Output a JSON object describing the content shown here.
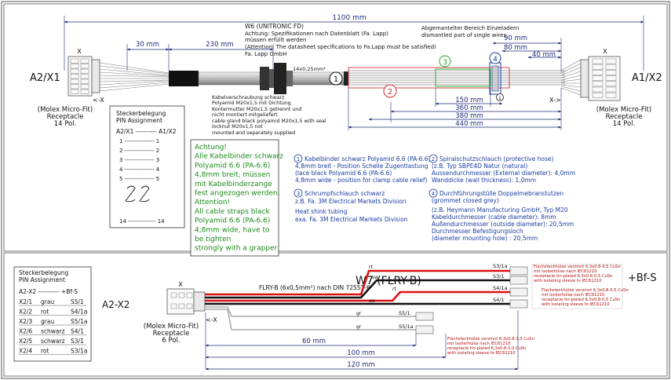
{
  "top": {
    "dim_1100": "1100 mm",
    "dim_30": "30 mm",
    "dim_230": "230 mm",
    "dim_90": "90 mm",
    "dim_80": "80 mm",
    "dim_40": "40 mm",
    "dim_150": "150 mm",
    "dim_360": "360 mm",
    "dim_380": "380 mm",
    "dim_440": "440 mm",
    "cable_note": [
      "W6 (UNITRONIC FD)",
      "Achtung: Spezifikationen nach Datenblatt (Fa. Lapp)",
      "müssen erfüllt werden",
      "(Attention: The datasheet specifications to Fa.Lapp must be satisfied)",
      "Fa. Lapp GmbH"
    ],
    "stripped_note": [
      "Abgemantelter Bereich Einzeladern",
      "dismantled part of single wires"
    ],
    "cross_section": "14x0,25mm²",
    "gland_note": [
      "Kabelverschraubung schwarz",
      "Polyamid M20x1,5 mit Dichtung",
      "Kontermutter M20x1,5 getrennt und",
      "nicht montiert mitgeliefert",
      "cable gland black polyamid M20x1,5 with seal",
      "locknut M20x1,5 not",
      "mounted and separately supplied"
    ],
    "left_connector": {
      "name": "A2/X1",
      "x_label": "X",
      "arrow": "<-X",
      "desc": [
        "(Molex Micro-Fit)",
        "Receptacle",
        "14 Pol."
      ]
    },
    "right_connector": {
      "name": "A1/X2",
      "x_label": "X",
      "arrow": "X->",
      "desc": [
        "(Molex Micro-Fit)",
        "Receptacle",
        "14 Pol."
      ]
    },
    "callouts": {
      "c1": "1",
      "c2": "2",
      "c3": "3",
      "c4": "4",
      "c1b": "1"
    },
    "pin_table": {
      "title": "Steckerbelegung",
      "subtitle": "PIN Assignment",
      "header": "A2/X1 ---------- A1/X2",
      "rows": [
        "1 --------------- 1",
        "2 --------------- 2",
        "3 --------------- 3",
        "4 --------------- 4",
        "5 --------------- 5"
      ],
      "last": "14 -------------- 14"
    },
    "warning": [
      "Achtung!",
      "Alle Kabelbinder schwarz",
      "Polyamid 6.6 (PA-6.6)",
      "4,8mm breit, müssen",
      "mit Kabelbinderzange",
      "fest angezogen werden.",
      "Attention!",
      "All cable straps black",
      "Polyamid 6.6 (PA-6.6)",
      "4,8mm wide, have to",
      "be tighten",
      "strongly with a grapper"
    ],
    "notes": {
      "n1": [
        "Kabelbinder schwarz  Polyamid 6.6 (PA-6.6)",
        "4,8mm breit - Position Schelle Zugentlastung",
        "(lace black Polyamid 6.6 (PA-6.6)",
        "4,8mm wide - position for clamp cable relief)"
      ],
      "n2": [
        "Spiralschutzschlauch (protective hose)",
        "(z.B. Typ SBPE4D Natur (natural)",
        "Aussendurchmesser (External diameter): 4,0mm",
        "Wanddicke (wall thickness): 1,0mm"
      ],
      "n3": [
        "Schrumpfschlauch schwarz",
        "z.B. Fa. 3M Electrical Markets Division",
        "Heat shink tubing",
        "exa. Fa. 3M Electrical Markets Division"
      ],
      "n4": [
        "Durchführungstülle Doppelmebranstutzen",
        "(grommet closed grey)",
        "(z.B. Heymann Manufacturing GmbH, Typ M20",
        "Kabeldurchmesser (cable diameter): 8mm",
        "Außendurchmesser (outside diameter): 20,5mm",
        "Durchmesser Befestigungsloch",
        "(diameter mounting hole) : 20,5mm"
      ]
    }
  },
  "bottom": {
    "pin_table": {
      "title": "Steckerbelegung",
      "subtitle": "PIN Assignment",
      "header": "A2-X2 ---------- +Bf-S",
      "rows": [
        [
          "X2/1",
          "grau",
          "S5/1"
        ],
        [
          "X2/2",
          "rot",
          "S4/1a"
        ],
        [
          "X2/3",
          "grau",
          "S5/1a"
        ],
        [
          "X2/6",
          "schwarz",
          "S4/1"
        ],
        [
          "X2/5",
          "schwarz",
          "S3/1"
        ],
        [
          "X2/4",
          "rot",
          "S3/1a"
        ]
      ]
    },
    "connector": {
      "name": "A2-X2",
      "x_label": "X",
      "arrow": "<-X",
      "desc": [
        "(Molex Micro-Fit)",
        "Receptacle",
        "6 Pol."
      ]
    },
    "cable_spec": "FLRY-B (6x0,5mm²) nach DIN 72551-6",
    "cable_name": "W7 (FLRY-B)",
    "target": "+Bf-S",
    "wire_tags": [
      "S3/1a",
      "S3/1",
      "S4/1a",
      "S4/1",
      "S5/1",
      "S5/1a"
    ],
    "wire_colors": [
      "rt",
      "sw",
      "rt",
      "sw",
      "gr",
      "gr"
    ],
    "dim_60": "60 mm",
    "dim_100": "100 mm",
    "dim_120": "120 mm",
    "term_top": [
      "Flachsteckhülse verzinnt 6,3x0,8-0,5 CuSn",
      "mit Isolierhülse nach IEC61210",
      "receptacle tin-plated 6,3x0,8-0,5 CuSn",
      "with isolating sleeve to IEC61210"
    ],
    "term_mid": [
      "Flachsteckhülse verzinnt 6,3x0,8-0,5 CuSn",
      "mit Isolierhülse nach IEC61210",
      "receptacle tin-plated 6,3x0,8-0,5 CuSn",
      "with isolating sleeve to IEC61210"
    ],
    "term_bot": [
      "Flachsteckhülse verzinnt 6,3x0,8-1,0 CuSn",
      "mit Isolierhülse nach IEC61210",
      "receptacle tin-plated 6,3x0,8-1,0 CuSn",
      "with isolating sleeve to IEC61210"
    ]
  }
}
